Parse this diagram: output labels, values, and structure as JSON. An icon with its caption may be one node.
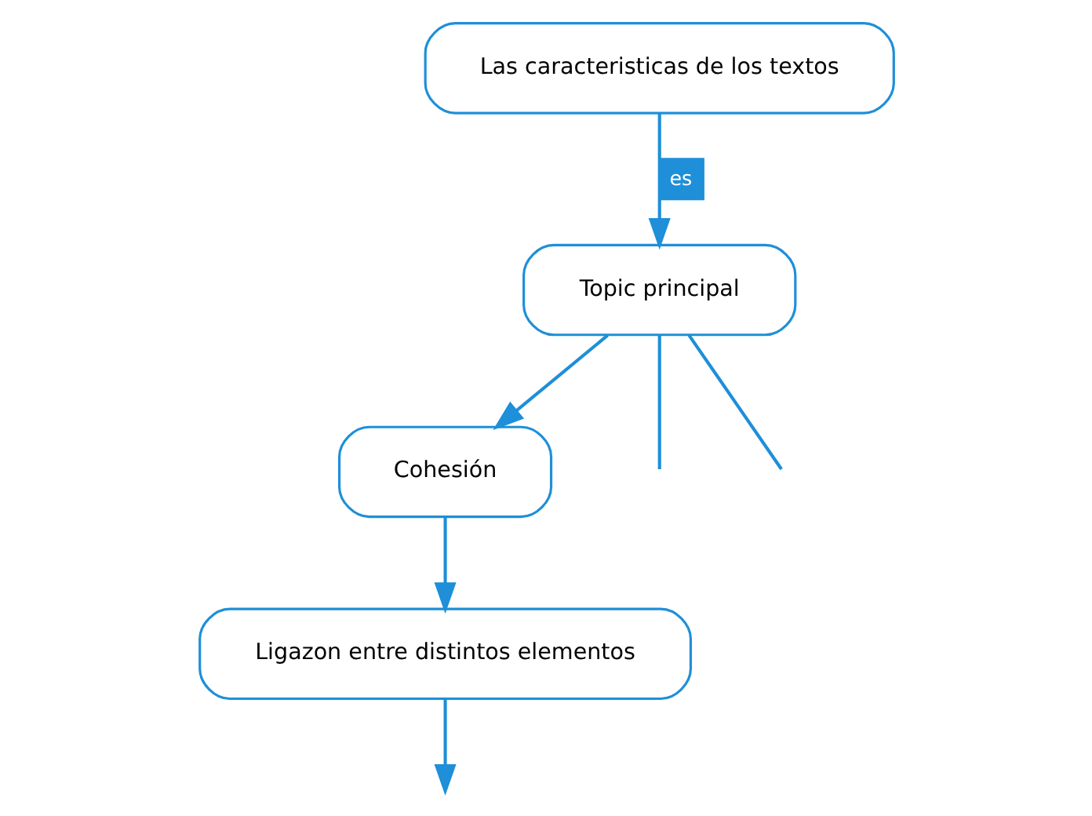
{
  "diagram": {
    "nodes": [
      {
        "text": [
          "Las caracteristicas de los textos"
        ]
      },
      {
        "text": [
          "Topic principal"
        ]
      },
      {
        "text": [
          "Cohesión"
        ]
      },
      {
        "text": [
          "Ligazon entre distintos elementos"
        ]
      }
    ],
    "edges": [
      {
        "from": 0,
        "to": 1,
        "arrow": "to",
        "label": "es"
      },
      {
        "from": 1,
        "to": null,
        "arrow": "none"
      },
      {
        "from": 1,
        "to": 2,
        "arrow": "to"
      },
      {
        "from": 1,
        "to": null,
        "arrow": "none"
      },
      {
        "from": 2,
        "to": 3,
        "arrow": "to"
      },
      {
        "from": 3,
        "to": null,
        "arrow": "to"
      }
    ]
  }
}
